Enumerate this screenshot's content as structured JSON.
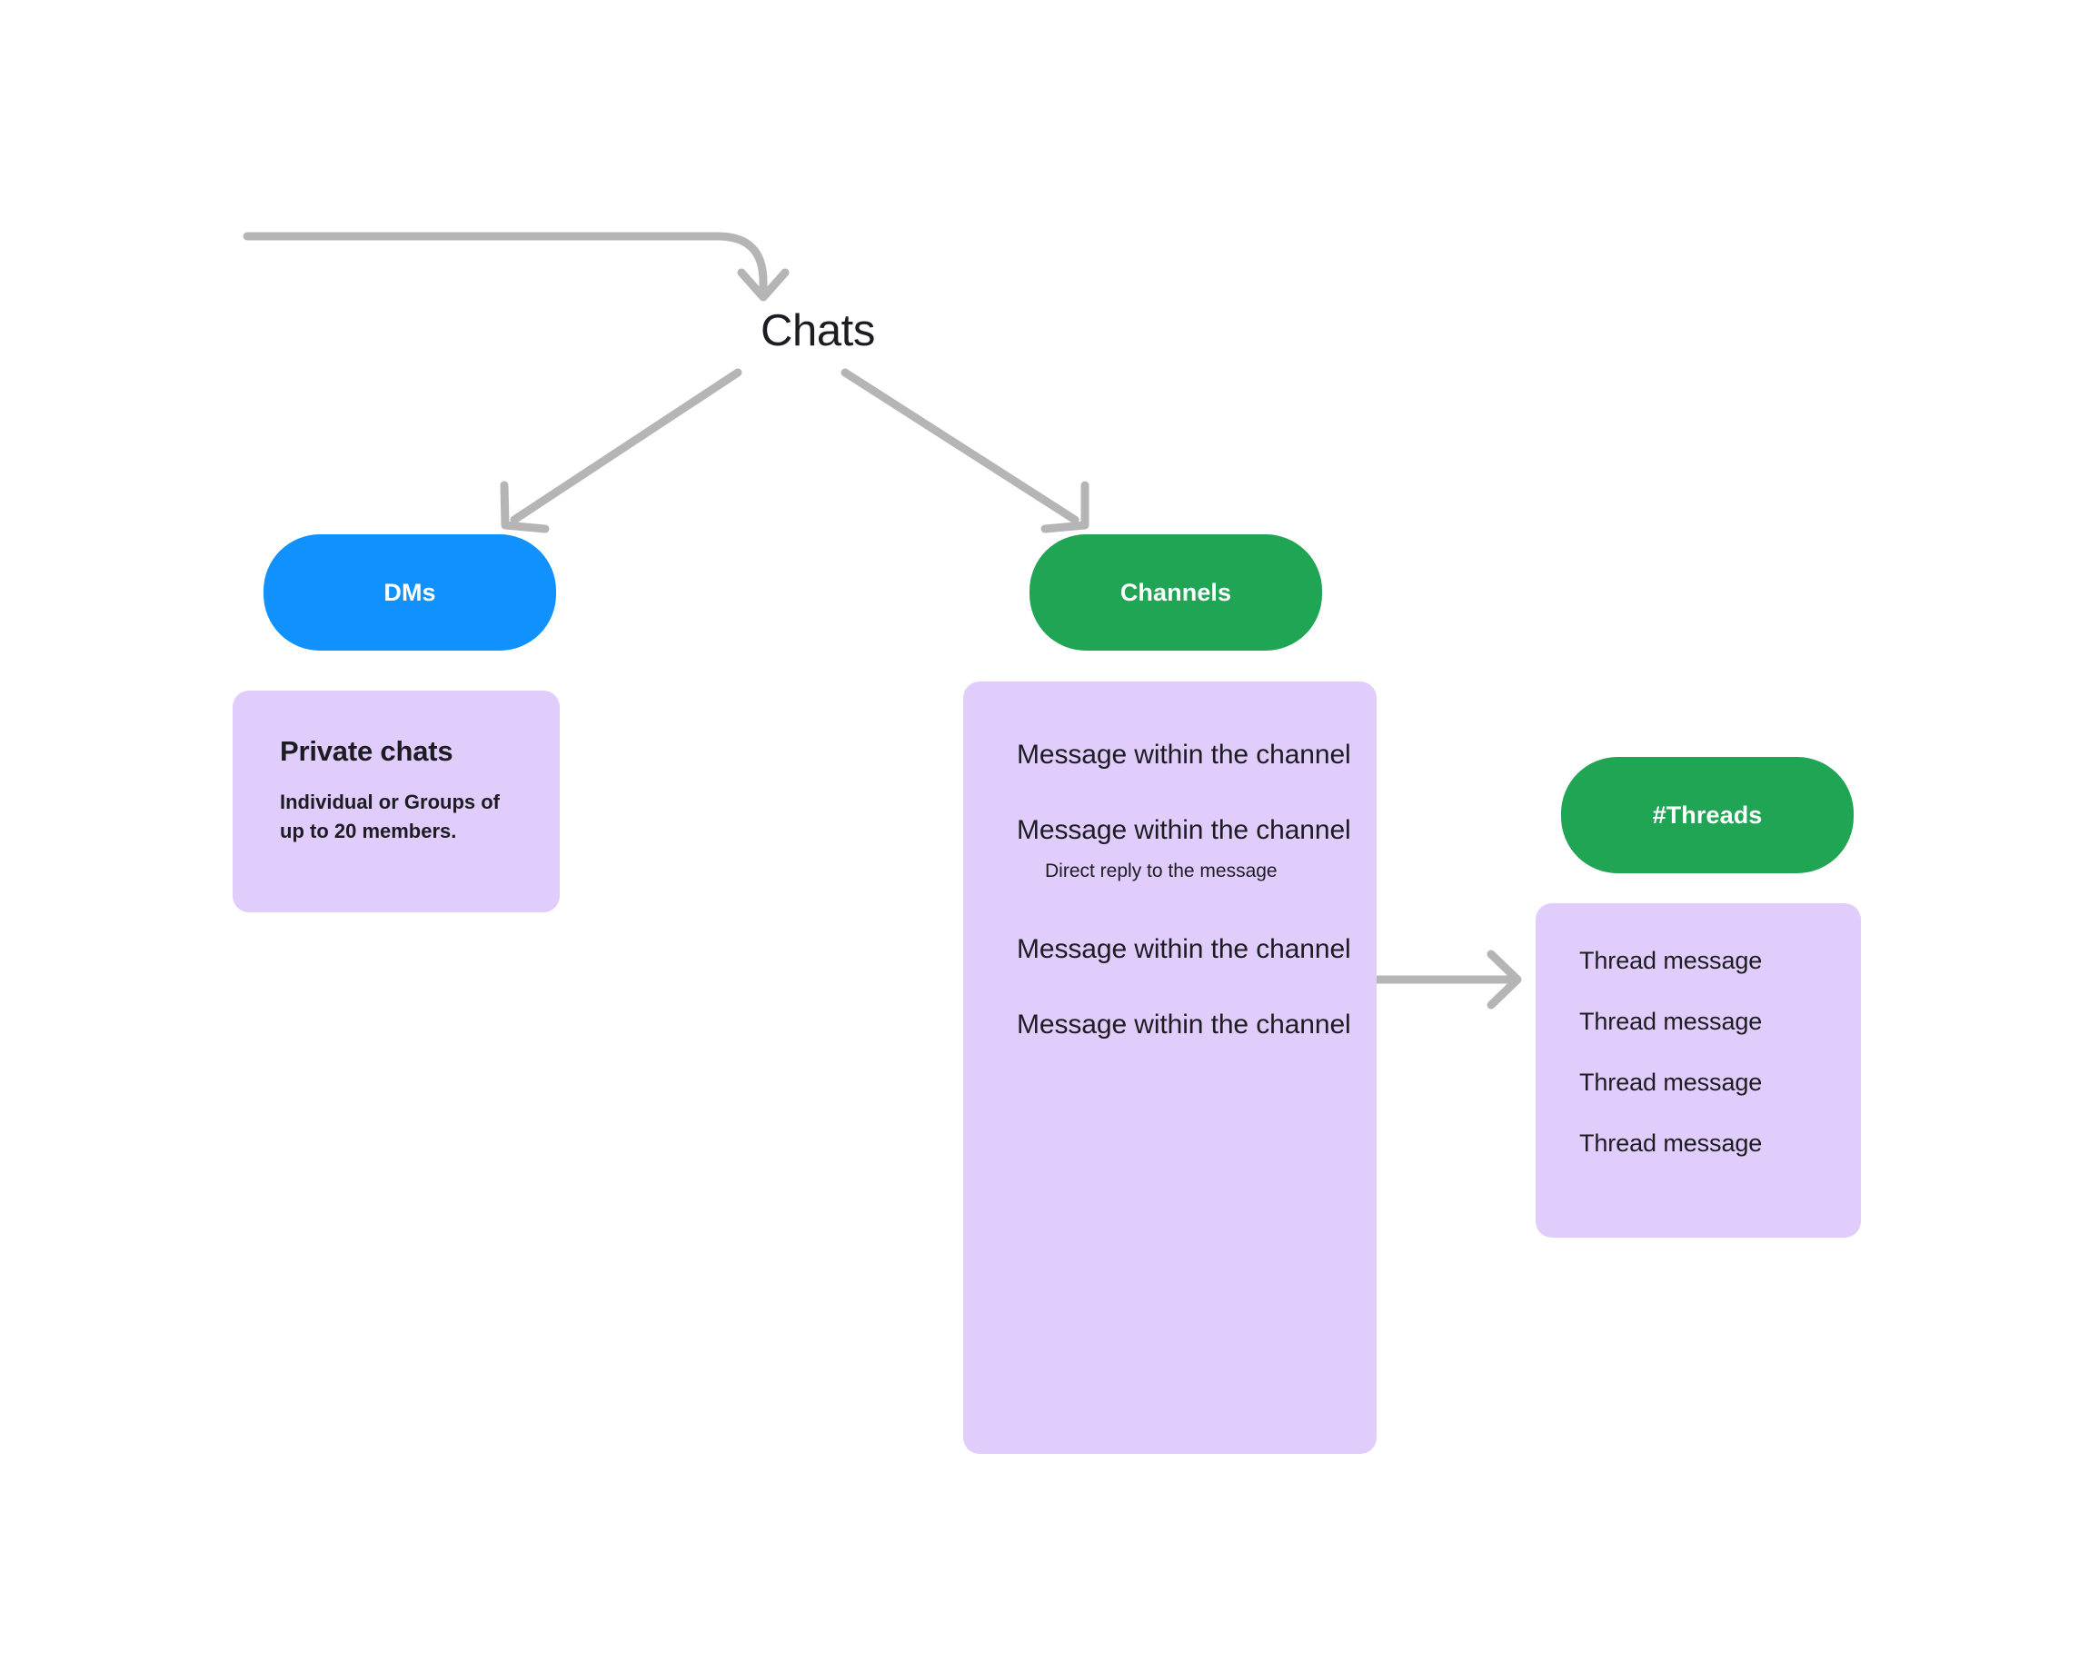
{
  "diagram": {
    "root": {
      "label": "Chats"
    },
    "branches": {
      "dms": {
        "pill_label": "DMs",
        "pill_color": "#1191fd",
        "card": {
          "heading": "Private chats",
          "body": "Individual or Groups of up to 20 members."
        }
      },
      "channels": {
        "pill_label": "Channels",
        "pill_color": "#20a555",
        "card": {
          "messages": [
            "Message within the channel",
            "Message within the channel",
            "Message within the channel",
            "Message within the channel"
          ],
          "reply_label": "Direct reply to the message"
        }
      },
      "threads": {
        "pill_label": "#Threads",
        "pill_color": "#20a555",
        "card": {
          "messages": [
            "Thread message",
            "Thread message",
            "Thread message",
            "Thread message"
          ]
        }
      }
    },
    "card_color": "#e0cdfb",
    "connector_color": "#b5b5b5",
    "text_color": "#1d1c23",
    "background_color": "#ffffff"
  }
}
